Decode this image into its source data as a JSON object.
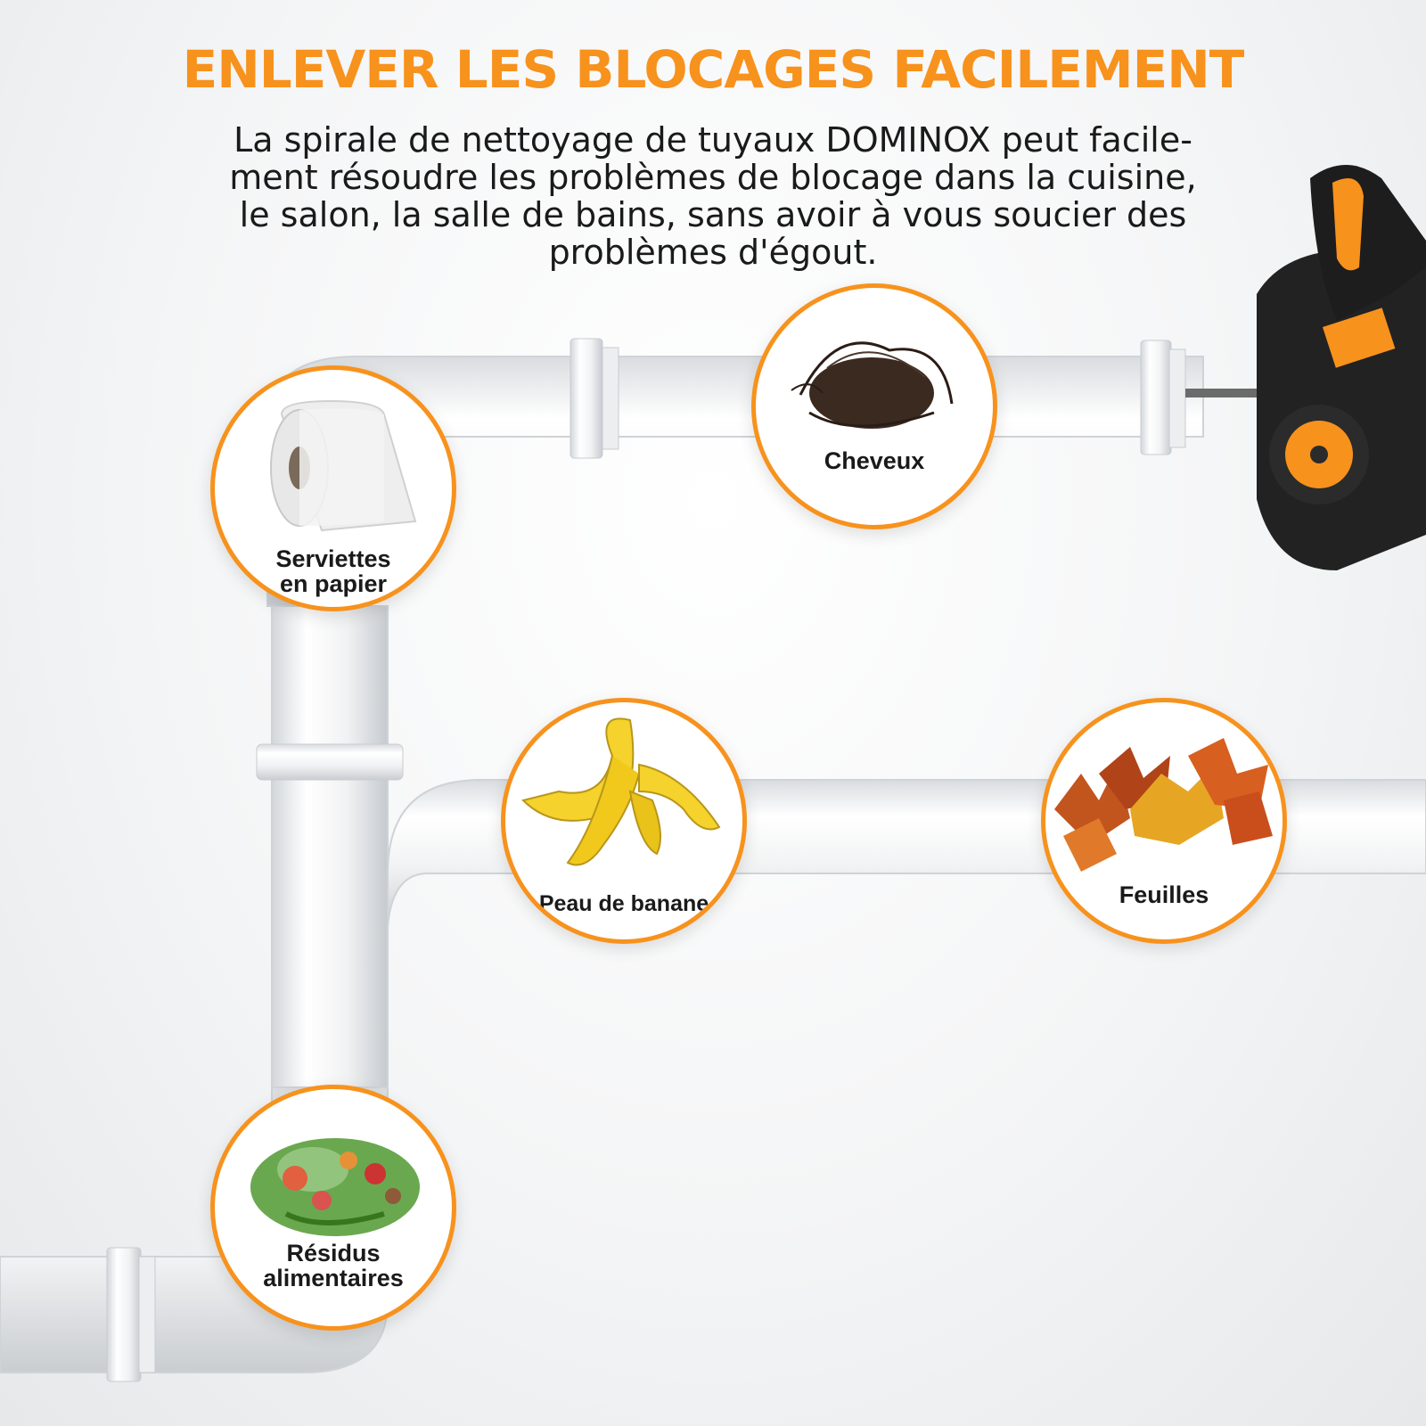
{
  "colors": {
    "accent": "#f7921d",
    "pipe": "#f2f3f4",
    "tool_body": "#222222"
  },
  "header": {
    "title": "ENLEVER LES BLOCAGES FACILEMENT",
    "description_lines": [
      "La spirale de nettoyage de tuyaux DOMINOX peut facile-",
      "ment résoudre les problèmes de blocage dans la cuisine,",
      "le salon, la salle de bains, sans avoir à vous soucier des",
      "problèmes d'égout."
    ]
  },
  "badges": {
    "paper": {
      "lines": [
        "Serviettes",
        "en papier"
      ],
      "icon": "toilet-paper-icon"
    },
    "hair": {
      "lines": [
        "Cheveux"
      ],
      "icon": "hair-clump-icon"
    },
    "banana": {
      "lines": [
        "Peau de banane"
      ],
      "icon": "banana-peel-icon"
    },
    "leaves": {
      "lines": [
        "Feuilles"
      ],
      "icon": "autumn-leaves-icon"
    },
    "food": {
      "lines": [
        "Résidus",
        "alimentaires"
      ],
      "icon": "food-waste-icon"
    }
  }
}
